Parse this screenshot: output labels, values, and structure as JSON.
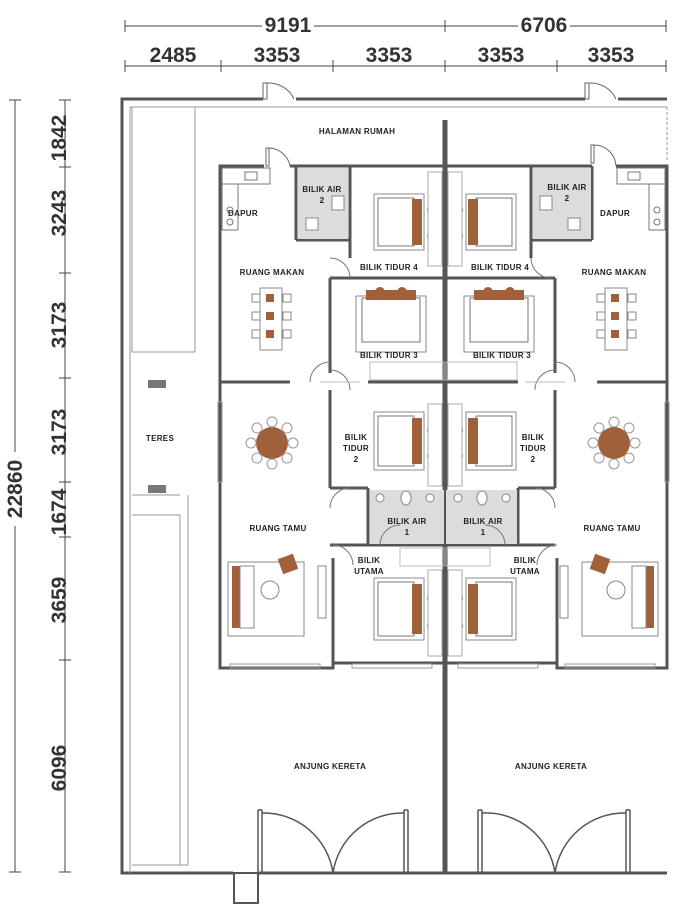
{
  "dimensions": {
    "top_overall": [
      "9191",
      "6706"
    ],
    "top_parts": [
      "2485",
      "3353",
      "3353",
      "3353",
      "3353"
    ],
    "left_total": "22860",
    "left_parts": [
      "1842",
      "3243",
      "3173",
      "3173",
      "1674",
      "3659",
      "6096"
    ]
  },
  "rooms": {
    "halaman_rumah": "HALAMAN RUMAH",
    "teres": "TERES",
    "left": {
      "dapur": "DAPUR",
      "bilik_air_2": [
        "BILIK AIR",
        "2"
      ],
      "ruang_makan": "RUANG MAKAN",
      "bilik_tidur_4": "BILIK TIDUR 4",
      "bilik_tidur_3": "BILIK TIDUR 3",
      "bilik_tidur_2": [
        "BILIK",
        "TIDUR",
        "2"
      ],
      "bilik_air_1": [
        "BILIK AIR",
        "1"
      ],
      "ruang_tamu": "RUANG TAMU",
      "bilik_utama": [
        "BILIK",
        "UTAMA"
      ],
      "anjung_kereta": "ANJUNG KERETA"
    },
    "right": {
      "dapur": "DAPUR",
      "bilik_air_2": [
        "BILIK AIR",
        "2"
      ],
      "ruang_makan": "RUANG MAKAN",
      "bilik_tidur_4": "BILIK TIDUR 4",
      "bilik_tidur_3": "BILIK TIDUR 3",
      "bilik_tidur_2": [
        "BILIK",
        "TIDUR",
        "2"
      ],
      "bilik_air_1": [
        "BILIK AIR",
        "1"
      ],
      "ruang_tamu": "RUANG TAMU",
      "bilik_utama": [
        "BILIK",
        "UTAMA"
      ],
      "anjung_kereta": "ANJUNG KERETA"
    }
  },
  "colors": {
    "wall": "#555555",
    "thin_line": "#888888",
    "bathroom_fill": "#dcdcdc",
    "furniture_brown": "#a0603a",
    "bed_fill": "#ffffff",
    "dimension_line": "#444444"
  }
}
